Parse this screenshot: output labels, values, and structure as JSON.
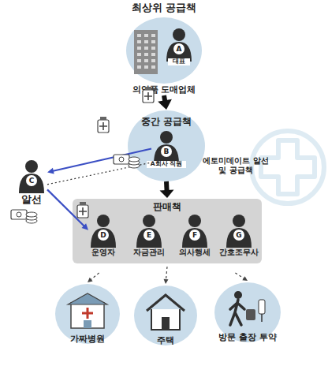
{
  "diagram": {
    "nodes": [
      {
        "text": [
          "최상위 공급책",
          "의약품 도매업체"
        ]
      },
      {
        "text": [
          "A",
          "대표"
        ],
        "in": 0
      },
      {
        "text": [
          "중간 공급책",
          "에토미데이트 알선 및 공급책"
        ]
      },
      {
        "text": [
          "B",
          "A회사 직원"
        ],
        "in": 2
      },
      {
        "text": [
          "C",
          "알선"
        ]
      },
      {
        "text": [
          "판매책"
        ]
      },
      {
        "text": [
          "D",
          "운영자"
        ],
        "in": 5
      },
      {
        "text": [
          "E",
          "자금관리"
        ],
        "in": 5
      },
      {
        "text": [
          "F",
          "의사행세"
        ],
        "in": 5
      },
      {
        "text": [
          "G",
          "간호조무사"
        ],
        "in": 5
      },
      {
        "text": [
          "가짜병원"
        ]
      },
      {
        "text": [
          "주택"
        ]
      },
      {
        "text": [
          "방문 출장 투약"
        ]
      }
    ],
    "edges": [
      {
        "from": 0,
        "to": 2,
        "arrow": "to"
      },
      {
        "from": 2,
        "to": 5,
        "arrow": "to"
      },
      {
        "from": 3,
        "to": 4,
        "arrow": "to"
      },
      {
        "from": 4,
        "to": 3,
        "arrow": "none"
      },
      {
        "from": 4,
        "to": 6,
        "arrow": "to"
      },
      {
        "from": 5,
        "to": 10,
        "arrow": "to"
      },
      {
        "from": 5,
        "to": 11,
        "arrow": "to"
      },
      {
        "from": 5,
        "to": 12,
        "arrow": "to"
      }
    ]
  }
}
